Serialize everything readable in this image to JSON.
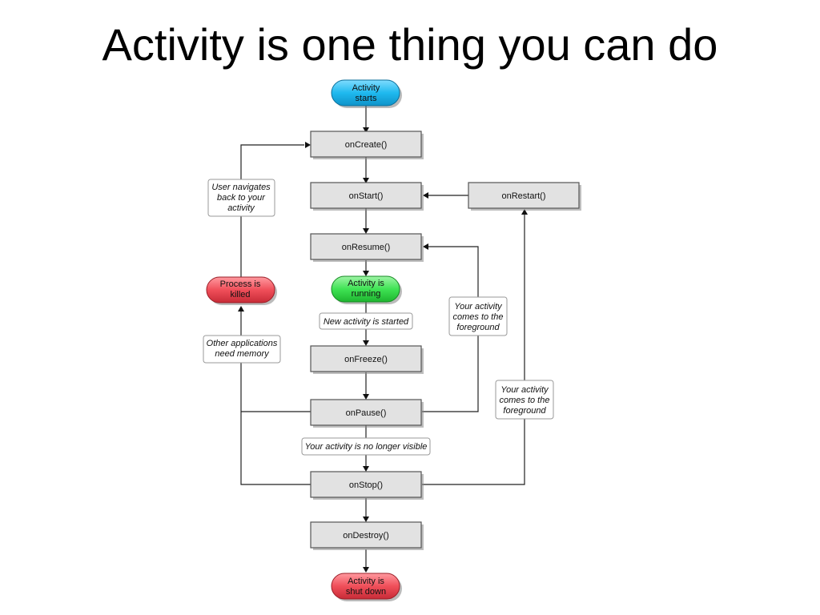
{
  "title": "Activity is one thing you can do",
  "colors": {
    "start": "#1fb9ef",
    "running": "#3fe354",
    "terminal": "#f04f5a",
    "method_box": "#e2e2e2",
    "connector": "#222222"
  },
  "nodes": {
    "activity_starts": [
      "Activity",
      "starts"
    ],
    "on_create": "onCreate()",
    "on_start": "onStart()",
    "on_restart": "onRestart()",
    "on_resume": "onResume()",
    "activity_running": [
      "Activity is",
      "running"
    ],
    "process_killed": [
      "Process is",
      "killed"
    ],
    "on_freeze": "onFreeze()",
    "on_pause": "onPause()",
    "on_stop": "onStop()",
    "on_destroy": "onDestroy()",
    "activity_shut_down": [
      "Activity is",
      "shut down"
    ]
  },
  "labels": {
    "user_navigates": [
      "User navigates",
      "back to your",
      "activity"
    ],
    "other_apps": [
      "Other applications",
      "need memory"
    ],
    "new_activity": "New activity is started",
    "foreground_1": [
      "Your activity",
      "comes to the",
      "foreground"
    ],
    "foreground_2": [
      "Your activity",
      "comes to the",
      "foreground"
    ],
    "no_longer_visible": "Your activity is no longer visible"
  }
}
